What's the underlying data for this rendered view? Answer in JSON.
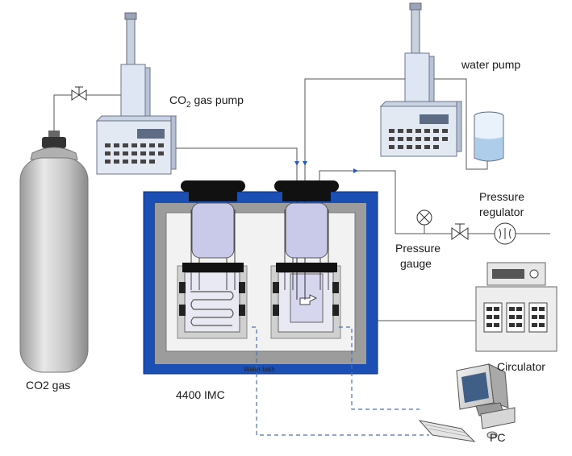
{
  "labels": {
    "co2_pump_prefix": "CO",
    "co2_pump_sub": "2",
    "co2_pump_suffix": " gas pump",
    "water_pump": "water pump",
    "pressure_regulator_line1": "Pressure",
    "pressure_regulator_line2": "regulator",
    "pressure_gauge_line1": "Pressure",
    "pressure_gauge_line2": "gauge",
    "co2_gas": "CO2 gas",
    "imc": "4400 IMC",
    "water_bath": "Water bath",
    "circulator": "Circulator",
    "pc": "PC"
  },
  "colors": {
    "bath_border": "#1b4fb4",
    "pump_body": "#dde6f2",
    "vessel_fill": "#c9c9e9",
    "cap": "#111111",
    "signal_line": "#4a6fbf"
  }
}
